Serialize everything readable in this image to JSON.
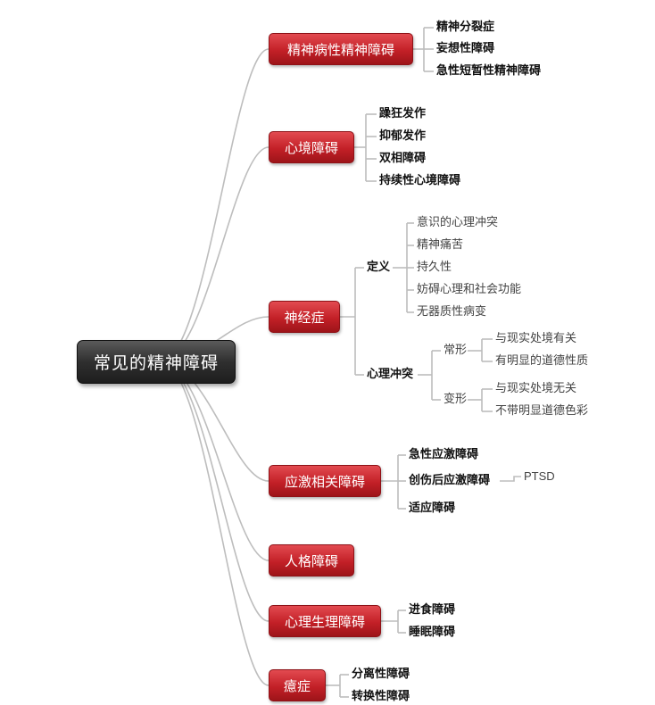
{
  "root": "常见的精神障碍",
  "categories": [
    {
      "label": "精神病性精神障碍",
      "items": [
        "精神分裂症",
        "妄想性障碍",
        "急性短暂性精神障碍"
      ]
    },
    {
      "label": "心境障碍",
      "items": [
        "躁狂发作",
        "抑郁发作",
        "双相障碍",
        "持续性心境障碍"
      ]
    },
    {
      "label": "神经症",
      "definition": {
        "label": "定义",
        "items": [
          "意识的心理冲突",
          "精神痛苦",
          "持久性",
          "妨碍心理和社会功能",
          "无器质性病变"
        ]
      },
      "conflict": {
        "label": "心理冲突",
        "normal": {
          "label": "常形",
          "items": [
            "与现实处境有关",
            "有明显的道德性质"
          ]
        },
        "abnormal": {
          "label": "变形",
          "items": [
            "与现实处境无关",
            "不带明显道德色彩"
          ]
        }
      }
    },
    {
      "label": "应激相关障碍",
      "items": [
        "急性应激障碍",
        "创伤后应激障碍",
        "适应障碍"
      ],
      "sub": "PTSD"
    },
    {
      "label": "人格障碍"
    },
    {
      "label": "心理生理障碍",
      "items": [
        "进食障碍",
        "睡眠障碍"
      ]
    },
    {
      "label": "癔症",
      "items": [
        "分离性障碍",
        "转换性障碍"
      ]
    }
  ],
  "colors": {
    "category": "#c32027",
    "root": "#2f2f2f",
    "line": "#bdbdbd"
  }
}
